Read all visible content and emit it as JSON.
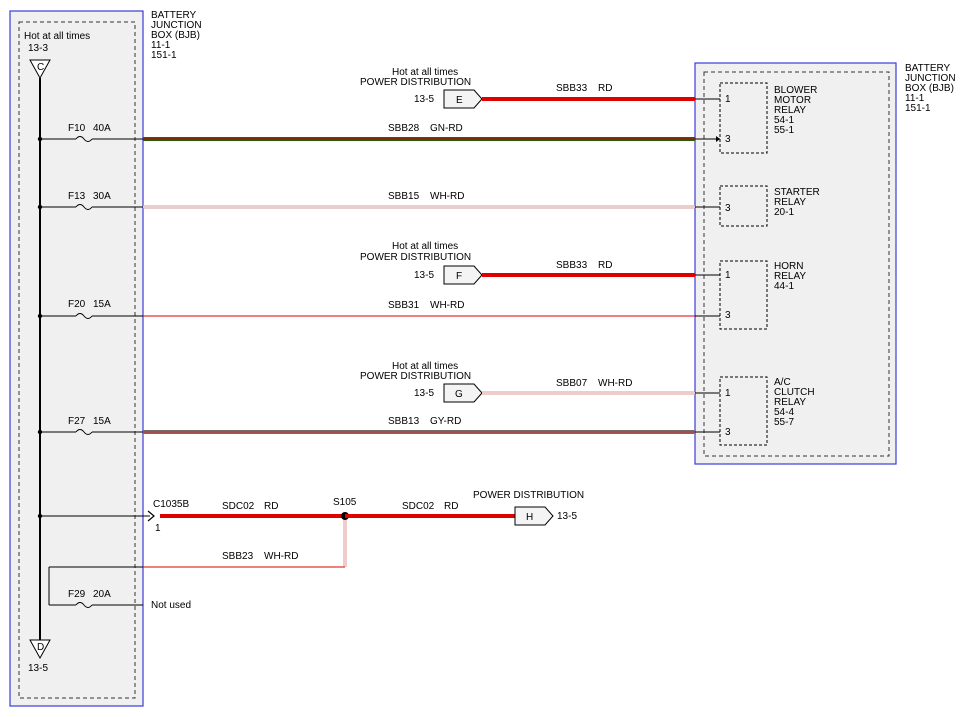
{
  "colors": {
    "box_border": "#3b3bd8",
    "box_fill": "#f0f0f0",
    "red": "#e00000",
    "green": "#2d5a14",
    "gray": "#7a6a6a",
    "wire_black": "#000000"
  },
  "left_box": {
    "label_lines": [
      "BATTERY",
      "JUNCTION",
      "BOX (BJB)",
      "11-1",
      "151-1"
    ],
    "hot_text": "Hot at all times",
    "hot_ref": "13-3",
    "top_connector": "C",
    "bottom_connector": "D",
    "bottom_ref": "13-5"
  },
  "right_box": {
    "label_lines": [
      "BATTERY",
      "JUNCTION",
      "BOX (BJB)",
      "11-1",
      "151-1"
    ]
  },
  "fuses": [
    {
      "id": "F10",
      "amps": "40A"
    },
    {
      "id": "F13",
      "amps": "30A"
    },
    {
      "id": "F20",
      "amps": "15A"
    },
    {
      "id": "F27",
      "amps": "15A"
    },
    {
      "id": "F29",
      "amps": "20A"
    }
  ],
  "power_feeds": [
    {
      "hot": "Hot at all times",
      "dist": "POWER DISTRIBUTION",
      "ref": "13-5",
      "connector": "E",
      "circuit": "SBB33",
      "color": "RD"
    },
    {
      "hot": "Hot at all times",
      "dist": "POWER DISTRIBUTION",
      "ref": "13-5",
      "connector": "F",
      "circuit": "SBB33",
      "color": "RD"
    },
    {
      "hot": "Hot at all times",
      "dist": "POWER DISTRIBUTION",
      "ref": "13-5",
      "connector": "G",
      "circuit": "SBB07",
      "color": "WH-RD"
    }
  ],
  "wires": [
    {
      "circuit": "SBB28",
      "color": "GN-RD"
    },
    {
      "circuit": "SBB15",
      "color": "WH-RD"
    },
    {
      "circuit": "SBB31",
      "color": "WH-RD"
    },
    {
      "circuit": "SBB13",
      "color": "GY-RD"
    },
    {
      "circuit": "SBB23",
      "color": "WH-RD"
    }
  ],
  "relays": [
    {
      "name_lines": [
        "BLOWER",
        "MOTOR",
        "RELAY",
        "54-1",
        "55-1"
      ],
      "pins": [
        "1",
        "3"
      ]
    },
    {
      "name_lines": [
        "STARTER",
        "RELAY",
        "20-1"
      ],
      "pins": [
        "3"
      ]
    },
    {
      "name_lines": [
        "HORN",
        "RELAY",
        "44-1"
      ],
      "pins": [
        "1",
        "3"
      ]
    },
    {
      "name_lines": [
        "A/C",
        "CLUTCH",
        "RELAY",
        "54-4",
        "55-7"
      ],
      "pins": [
        "1",
        "3"
      ]
    }
  ],
  "bottom": {
    "connector": "C1035B",
    "pin": "1",
    "circuit_left": "SDC02",
    "color_left": "RD",
    "splice": "S105",
    "circuit_right": "SDC02",
    "color_right": "RD",
    "dist": "POWER DISTRIBUTION",
    "out_connector": "H",
    "out_ref": "13-5",
    "not_used": "Not used"
  }
}
